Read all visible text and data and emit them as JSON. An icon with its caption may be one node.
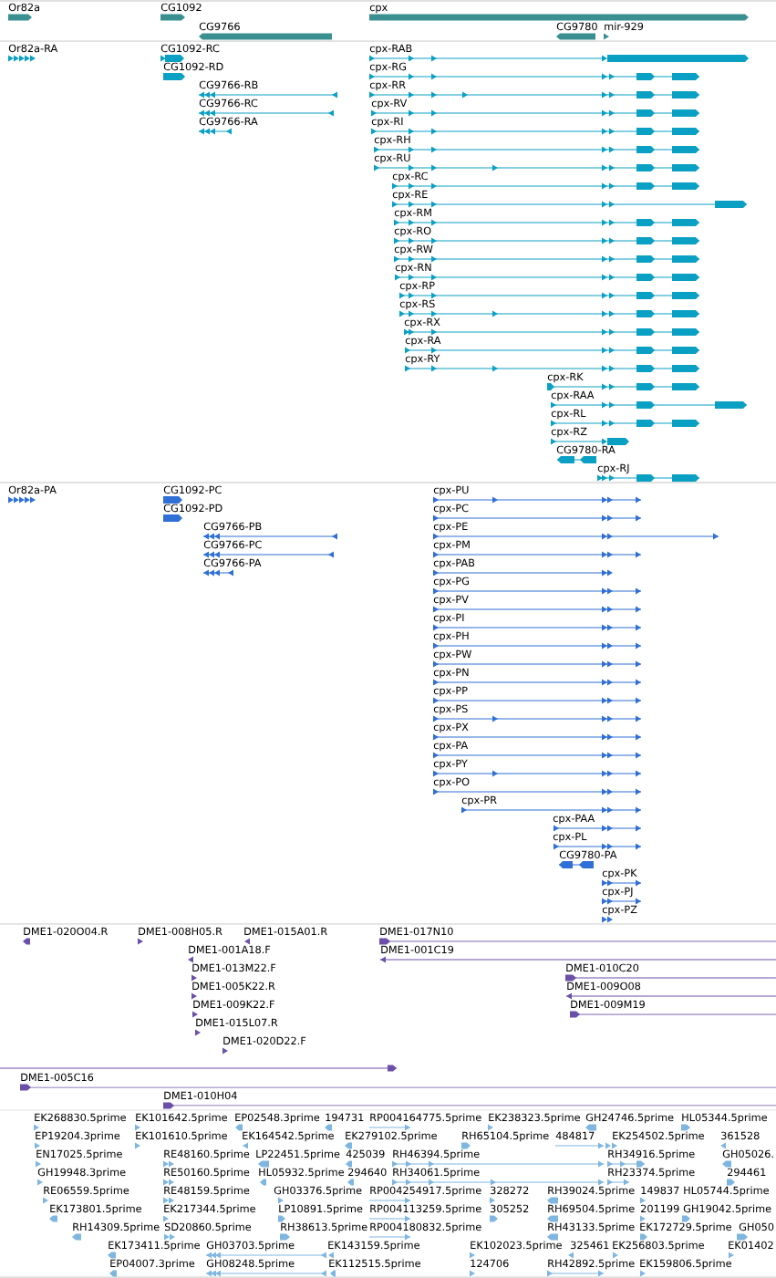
{
  "diagram": {
    "labels": [
      "Or82a",
      "CG1092",
      "cpx",
      "CG9766",
      "CG9780",
      "mir-929",
      "Or82a-RA",
      "CG1092-RC",
      "cpx-RAB",
      "CG1092-RD",
      "cpx-RG",
      "CG9766-RB",
      "cpx-RR",
      "CG9766-RC",
      "cpx-RV",
      "CG9766-RA",
      "cpx-RI",
      "cpx-RH",
      "cpx-RU",
      "cpx-RC",
      "cpx-RE",
      "cpx-RM",
      "cpx-RO",
      "cpx-RW",
      "cpx-RN",
      "cpx-RP",
      "cpx-RS",
      "cpx-RX",
      "cpx-RA",
      "cpx-RY",
      "cpx-RK",
      "cpx-RAA",
      "cpx-RL",
      "cpx-RZ",
      "CG9780-RA",
      "cpx-RJ",
      "Or82a-PA",
      "CG1092-PC",
      "cpx-PU",
      "CG1092-PD",
      "cpx-PC",
      "CG9766-PB",
      "cpx-PE",
      "CG9766-PC",
      "cpx-PM",
      "CG9766-PA",
      "cpx-PAB",
      "cpx-PG",
      "cpx-PV",
      "cpx-PI",
      "cpx-PH",
      "cpx-PW",
      "cpx-PN",
      "cpx-PP",
      "cpx-PS",
      "cpx-PX",
      "cpx-PA",
      "cpx-PY",
      "cpx-PO",
      "cpx-PR",
      "cpx-PAA",
      "cpx-PL",
      "CG9780-PA",
      "cpx-PK",
      "cpx-PJ",
      "cpx-PZ",
      "DME1-020O04.R",
      "DME1-008H05.R",
      "DME1-015A01.R",
      "DME1-017N10",
      "DME1-001A18.F",
      "DME1-001C19",
      "DME1-013M22.F",
      "DME1-010C20",
      "DME1-005K22.R",
      "DME1-009O08",
      "DME1-009K22.F",
      "DME1-009M19",
      "DME1-015L07.R",
      "DME1-020D22.F",
      "DME1-005C16",
      "DME1-010H04",
      "EK268830.5prime",
      "EK101642.5prime",
      "EP02548.3prime",
      "194731",
      "RP004164775.5prime",
      "EK238323.5prime",
      "GH24746.5prime",
      "HL05344.5prime",
      "EP19204.3prime",
      "EK101610.5prime",
      "EK164542.5prime",
      "EK279102.5prime",
      "RH65104.5prime",
      "484817",
      "EK254502.5prime",
      "361528",
      "EN17025.5prime",
      "RE48160.5prime",
      "LP22451.5prime",
      "425039",
      "RH46394.5prime",
      "RH34916.5prime",
      "GH05026.",
      "GH19948.3prime",
      "RE50160.5prime",
      "HL05932.5prime",
      "294640",
      "RH34061.5prime",
      "RH23374.5prime",
      "294461",
      "RE06559.5prime",
      "RE48159.5prime",
      "GH03376.5prime",
      "RP004254917.5prime",
      "328272",
      "RH39024.5prime",
      "149837",
      "HL05744.5prime",
      "EK173801.5prime",
      "EK217344.5prime",
      "LP10891.5prime",
      "RP004113259.5prime",
      "305252",
      "RH69504.5prime",
      "201199",
      "GH19042.5prime",
      "RH14309.5prime",
      "SD20860.5prime",
      "RH38613.5prime",
      "RP004180832.5prime",
      "RH43133.5prime",
      "EK172729.5prime",
      "GH050",
      "EK173411.5prime",
      "GH03703.5prime",
      "EK143159.5prime",
      "EK102023.5prime",
      "325461",
      "EK256803.5prime",
      "EK01402",
      "EP04007.3prime",
      "GH08248.5prime",
      "EK112515.5prime",
      "124706",
      "RH42892.5prime",
      "EK159806.5prime"
    ]
  }
}
